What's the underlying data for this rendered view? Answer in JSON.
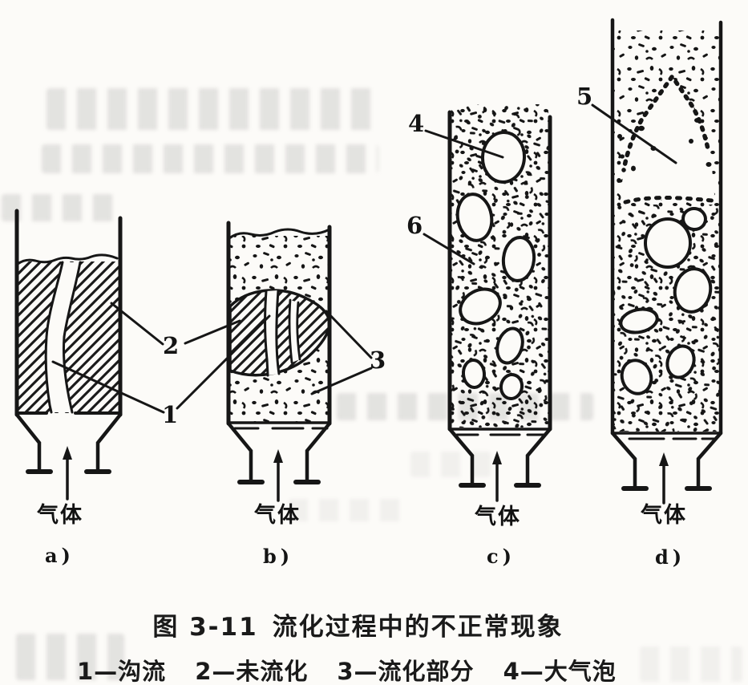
{
  "figure": {
    "caption": {
      "number": "图 3-11",
      "title": "流化过程中的不正常现象"
    },
    "legend_items": [
      "1—沟流",
      "2—未流化",
      "3—流化部分",
      "4—大气泡"
    ],
    "panels": [
      {
        "label": "a)",
        "gas": "气体"
      },
      {
        "label": "b)",
        "gas": "气体"
      },
      {
        "label": "c)",
        "gas": "气体"
      },
      {
        "label": "d)",
        "gas": "气体"
      }
    ],
    "callouts": {
      "n1": "1",
      "n2": "2",
      "n3": "3",
      "n4": "4",
      "n5": "5",
      "n6": "6"
    },
    "ink_color": "#161616",
    "paper_color": "#fcfbf8"
  }
}
